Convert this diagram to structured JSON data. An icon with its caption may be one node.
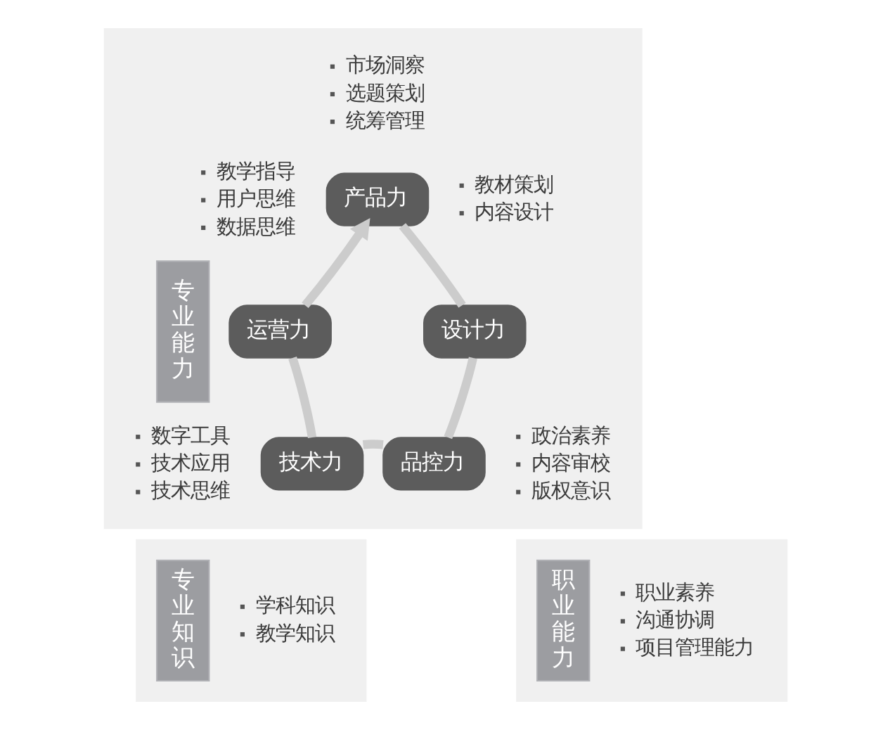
{
  "diagram": {
    "nodes": [
      {
        "text": [],
        "shape": "box"
      },
      {
        "text": [
          "专业能力"
        ],
        "in": 0
      },
      {
        "text": [
          "产品力"
        ],
        "in": 0,
        "beside": [
          "市场洞察",
          "选题策划",
          "统筹管理"
        ]
      },
      {
        "text": [
          "运营力"
        ],
        "in": 0,
        "beside": [
          "教学指导",
          "用户思维",
          "数据思维"
        ]
      },
      {
        "text": [
          "设计力"
        ],
        "in": 0,
        "beside": [
          "教材策划",
          "内容设计"
        ]
      },
      {
        "text": [
          "技术力"
        ],
        "in": 0,
        "beside": [
          "数字工具",
          "技术应用",
          "技术思维"
        ]
      },
      {
        "text": [
          "品控力"
        ],
        "in": 0,
        "beside": [
          "政治素养",
          "内容审校",
          "版权意识"
        ]
      },
      {
        "text": [],
        "shape": "box"
      },
      {
        "text": [
          "专业知识"
        ],
        "in": 7,
        "beside": [
          "学科知识",
          "教学知识"
        ]
      },
      {
        "text": [],
        "shape": "box"
      },
      {
        "text": [
          "职业能力"
        ],
        "in": 9,
        "beside": [
          "职业素养",
          "沟通协调",
          "项目管理能力"
        ]
      }
    ],
    "edges": [
      {
        "from": 2,
        "to": 4,
        "arrow": "none"
      },
      {
        "from": 4,
        "to": 6,
        "arrow": "none"
      },
      {
        "from": 5,
        "to": 6,
        "arrow": "none"
      },
      {
        "from": 3,
        "to": 5,
        "arrow": "none"
      },
      {
        "from": 3,
        "to": 2,
        "arrow": "to"
      }
    ]
  }
}
